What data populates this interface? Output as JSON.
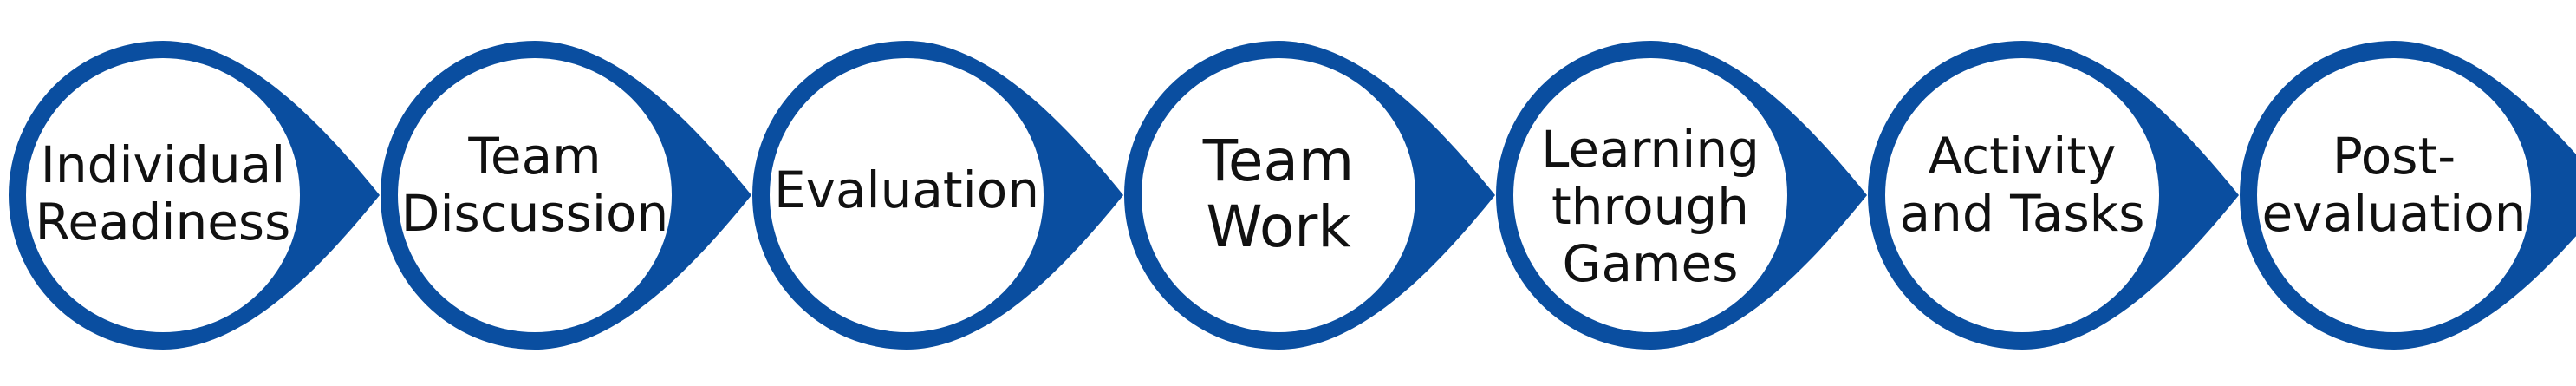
{
  "diagram": {
    "colors": {
      "accent": "#0a4ea0",
      "circle_fill": "#ffffff",
      "text": "#111111",
      "background": "#ffffff"
    },
    "steps": [
      {
        "lines": [
          "Individual",
          "Readiness"
        ]
      },
      {
        "lines": [
          "Team",
          "Discussion"
        ]
      },
      {
        "lines": [
          "Evaluation"
        ]
      },
      {
        "lines": [
          "Team",
          "Work"
        ]
      },
      {
        "lines": [
          "Learning",
          "through",
          "Games"
        ]
      },
      {
        "lines": [
          "Activity",
          "and Tasks"
        ]
      },
      {
        "lines": [
          "Post-",
          "evaluation"
        ]
      }
    ]
  }
}
